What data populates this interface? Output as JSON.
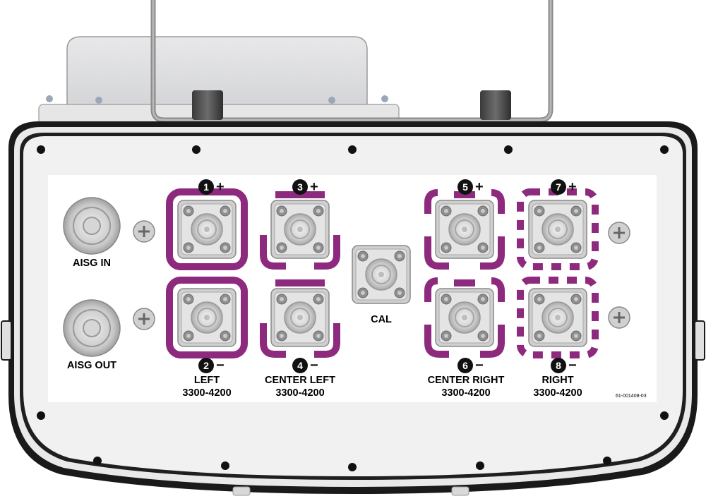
{
  "labels": {
    "aisg_in": "AISG IN",
    "aisg_out": "AISG OUT",
    "cal": "CAL",
    "left_name": "LEFT",
    "left_range": "3300-4200",
    "center_left_name": "CENTER LEFT",
    "center_left_range": "3300-4200",
    "center_right_name": "CENTER RIGHT",
    "center_right_range": "3300-4200",
    "right_name": "RIGHT",
    "right_range": "3300-4200",
    "part_number": "61-001408-03"
  },
  "ports": [
    {
      "num": "1",
      "sign": "+"
    },
    {
      "num": "2",
      "sign": "−"
    },
    {
      "num": "3",
      "sign": "+"
    },
    {
      "num": "4",
      "sign": "−"
    },
    {
      "num": "5",
      "sign": "+"
    },
    {
      "num": "6",
      "sign": "−"
    },
    {
      "num": "7",
      "sign": "+"
    },
    {
      "num": "8",
      "sign": "−"
    }
  ],
  "colors": {
    "marker": "#8e2a7e",
    "housing": "#f2f2f2",
    "panel": "#ffffff",
    "connector": "#bdbdbd"
  },
  "icons": {
    "port_badge": "numbered-circle",
    "mounting_hole": "black-dot",
    "ground_screw": "phillips-screw"
  }
}
